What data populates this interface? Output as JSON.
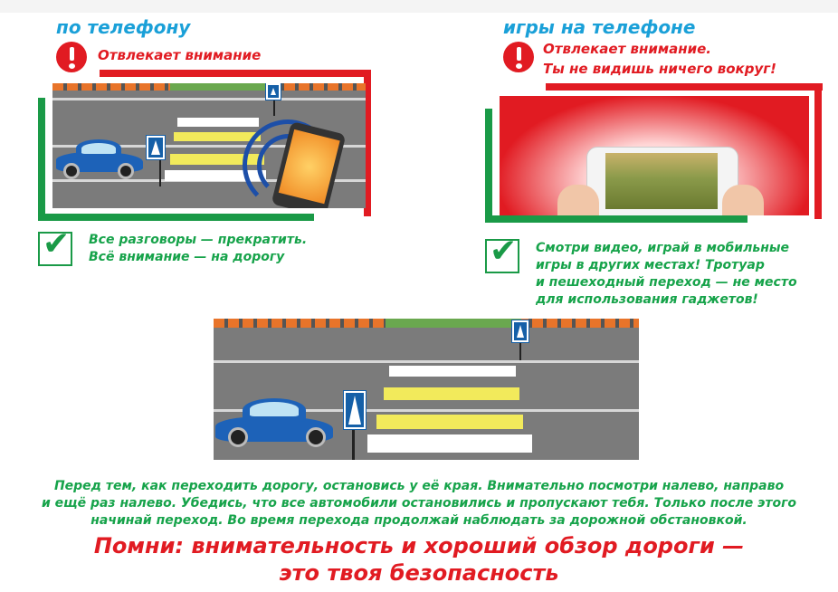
{
  "left": {
    "heading": "по телефону",
    "warning": "Отвлекает внимание",
    "advice_line1": "Все разговоры — прекратить.",
    "advice_line2": "Всё внимание — на дорогу"
  },
  "right": {
    "heading": "игры на телефоне",
    "warning_line1": "Отвлекает внимание.",
    "warning_line2": "Ты не видишь ничего вокруг!",
    "advice_line1": "Смотри видео, играй в мобильные",
    "advice_line2": "игры в других местах! Тротуар",
    "advice_line3": "и пешеходный переход — не место",
    "advice_line4": "для использования гаджетов!"
  },
  "bottom": {
    "text_line1": "Перед тем, как переходить дорогу, остановись у её края. Внимательно посмотри налево, направо",
    "text_line2": "и ещё раз налево. Убедись, что все автомобили остановились и пропускают тебя. Только после этого",
    "text_line3": "начинай переход. Во время перехода продолжай наблюдать за дорожной обстановкой.",
    "slogan_line1": "Помни: внимательность и хороший обзор дороги —",
    "slogan_line2": "это твоя безопасность"
  },
  "colors": {
    "red": "#e11b22",
    "green": "#16a34a",
    "blue_heading": "#1aa0d8",
    "road": "#7b7b7b",
    "zebra_yellow": "#f2ea5b"
  },
  "icons": [
    "exclamation-icon",
    "checkmark-icon",
    "pedestrian-crossing-sign-icon",
    "car-icon",
    "smartphone-icon"
  ]
}
